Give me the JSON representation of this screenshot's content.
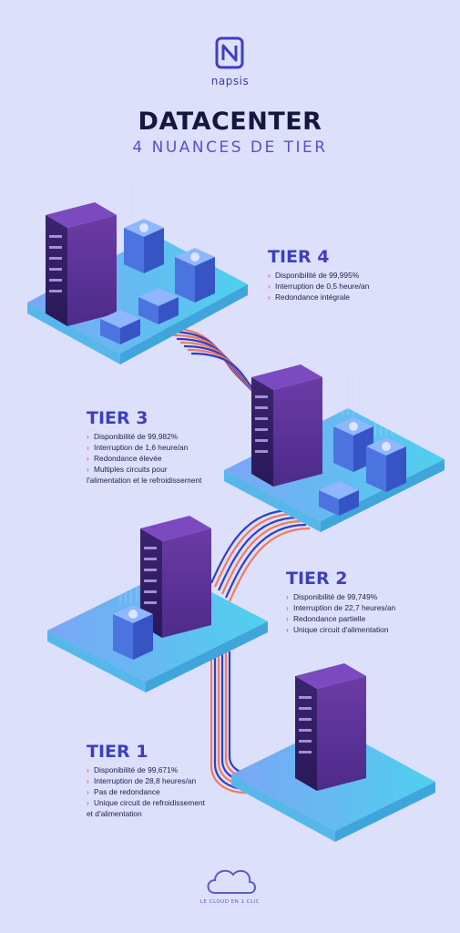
{
  "header": {
    "brand": "napsis",
    "title": "DATACENTER",
    "subtitle": "4 NUANCES DE TIER"
  },
  "tiers": [
    {
      "title": "TIER 4",
      "items": [
        "Disponibilité de 99,995%",
        "Interruption de 0,5 heure/an",
        "Redondance intégrale"
      ]
    },
    {
      "title": "TIER 3",
      "items": [
        "Disponibilité de 99,982%",
        "Interruption de 1,6 heure/an",
        "Redondance élevée",
        "Multiples circuits pour",
        "l'alimentation et le refroidissement"
      ]
    },
    {
      "title": "TIER 2",
      "items": [
        "Disponibilité de 99,749%",
        "Interruption de 22,7 heures/an",
        "Redondance partielle",
        "Unique circuit d'alimentation"
      ]
    },
    {
      "title": "TIER 1",
      "items": [
        "Disponibilité de 99,671%",
        "Interruption de 28,8 heures/an",
        "Pas de redondance",
        "Unique circuit de refroidissement",
        "et d'alimentation"
      ]
    }
  ],
  "footer": {
    "tagline": "LE CLOUD EN 1 CLIC"
  },
  "colors": {
    "background": "#dde0fb",
    "title": "#14183e",
    "accent": "#3e3fbf",
    "bullet": "#f06a4d",
    "rack": "#4a2a85",
    "platform": "#5aaef0",
    "cable_blue": "#2f3fc4",
    "cable_orange": "#f27a5e"
  }
}
